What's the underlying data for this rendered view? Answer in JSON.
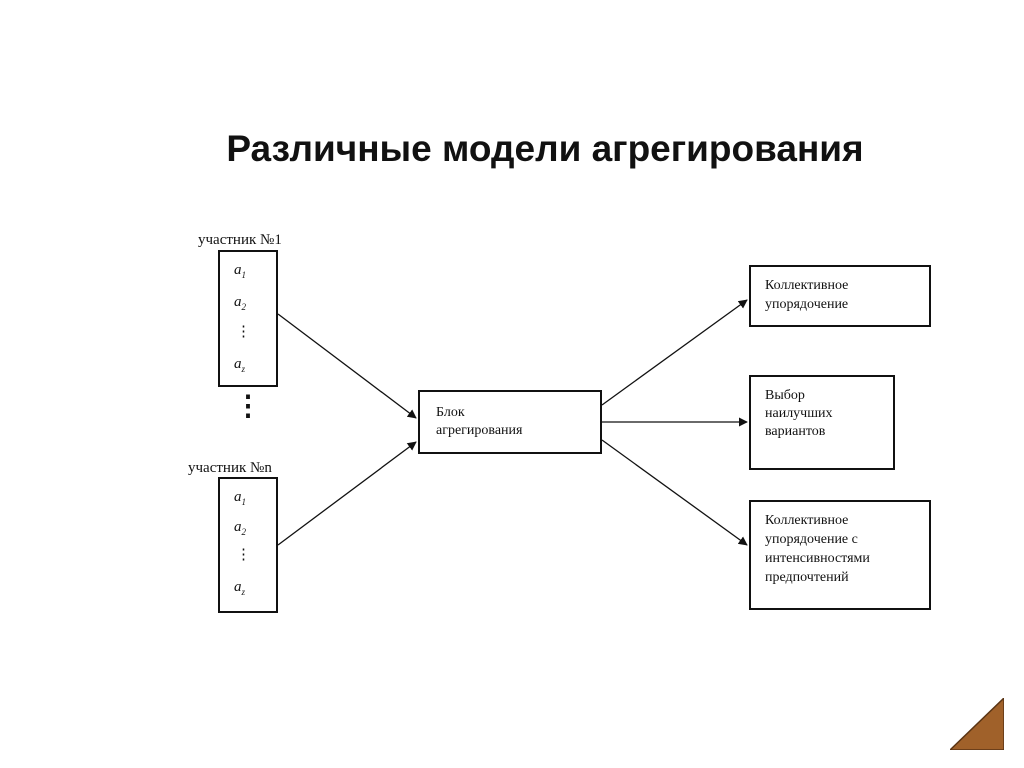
{
  "title": "Различные модели агрегирования",
  "participants": [
    {
      "label": "участник №1",
      "items": [
        {
          "base": "a",
          "sub": "1"
        },
        {
          "base": "a",
          "sub": "2"
        },
        {
          "base": "⋮",
          "sub": ""
        },
        {
          "base": "a",
          "sub": "z"
        }
      ]
    },
    {
      "label": "участник №n",
      "items": [
        {
          "base": "a",
          "sub": "1"
        },
        {
          "base": "a",
          "sub": "2"
        },
        {
          "base": "⋮",
          "sub": ""
        },
        {
          "base": "a",
          "sub": "z"
        }
      ]
    }
  ],
  "ellipsis": "⋮",
  "aggregation_block": {
    "line1": "Блок",
    "line2": "агрегирования"
  },
  "outputs": [
    {
      "lines": [
        "Коллективное",
        "упорядочение"
      ]
    },
    {
      "lines": [
        "Выбор",
        "наилучших",
        "вариантов"
      ]
    },
    {
      "lines": [
        "Коллективное",
        "упорядочение с",
        "интенсивностями",
        "предпочтений"
      ]
    }
  ],
  "colors": {
    "corner_accent": "#a0612a",
    "line": "#111111"
  }
}
